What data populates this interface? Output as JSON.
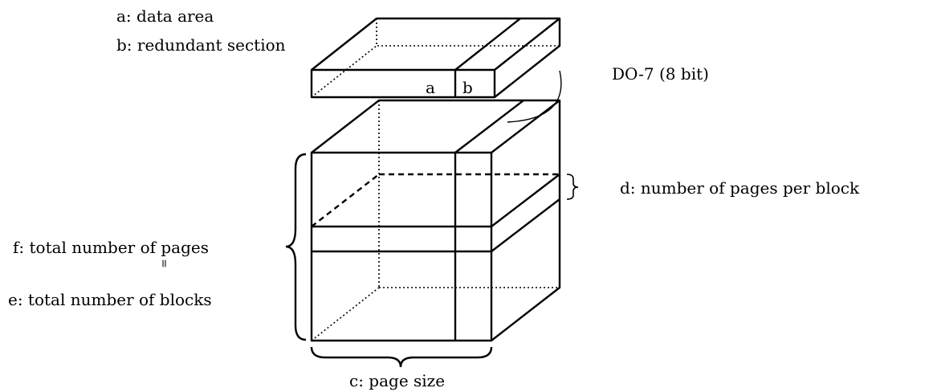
{
  "labels": {
    "a_legend": "a: data area",
    "b_legend": "b: redundant section",
    "a_mark": "a",
    "b_mark": "b",
    "do7": "DO-7 (8 bit)",
    "d_label": "d: number of pages per block",
    "f_label": "f: total number of pages",
    "equals_mark": "=",
    "e_label": "e: total number of blocks",
    "c_label": "c: page size"
  }
}
